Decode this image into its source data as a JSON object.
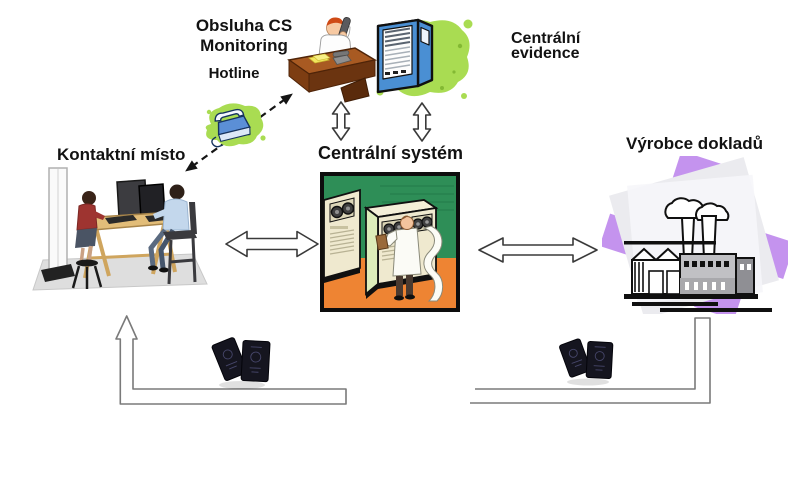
{
  "diagram": {
    "title_labels": {
      "monitoring_line1": "Obsluha CS",
      "monitoring_line2": "Monitoring",
      "hotline": "Hotline",
      "central_evidence_line1": "Centrální",
      "central_evidence_line2": "evidence",
      "contact_point": "Kontaktní místo",
      "central_system": "Centrální systém",
      "document_producer": "Výrobce dokladů"
    },
    "icons": {
      "operator_desk": "telephone-operator-clipart",
      "phone": "telephone-icon",
      "server": "server-cabinet-icon",
      "contact_desk": "contact-desk-clipart",
      "mainframe_room": "mainframe-operator-clipart",
      "factory": "factory-clipart",
      "passports": "passport-documents-icon",
      "arrows": "hollow-double-arrows"
    },
    "colors": {
      "highlight_green": "#a9dc52",
      "speckle_green": "#7db32e",
      "server_blue": "#4a8fd3",
      "floor_orange": "#ee8433",
      "wall_green": "#2e8e57",
      "cabinet_cream": "#efe9cf",
      "cabinet_pale_green": "#ddedba",
      "accent_purple": "#c493ee",
      "passport_navy": "#15151f",
      "desk_brown": "#a85a22",
      "text": "#121212",
      "arrow_outline": "#3a3a3a"
    }
  }
}
